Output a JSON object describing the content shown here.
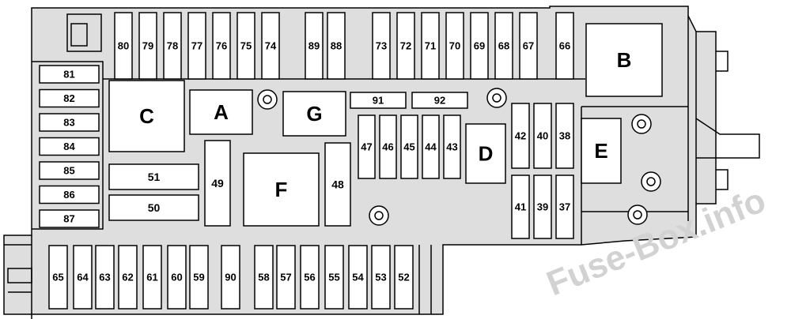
{
  "fuses_top_left": [
    "80",
    "79",
    "78",
    "77",
    "76",
    "75",
    "74"
  ],
  "fuses_top_mid": [
    "89",
    "88"
  ],
  "fuses_top_right": [
    "73",
    "72",
    "71",
    "70",
    "69",
    "68",
    "67"
  ],
  "fuse_66": "66",
  "fuses_left_column": [
    "81",
    "82",
    "83",
    "84",
    "85",
    "86",
    "87"
  ],
  "fuses_mid_row": [
    "47",
    "46",
    "45",
    "44",
    "43"
  ],
  "fuses_right_upper": [
    "42",
    "40",
    "38"
  ],
  "fuses_right_lower": [
    "41",
    "39",
    "37"
  ],
  "fuses_bottom": [
    "65",
    "64",
    "63",
    "62",
    "61",
    "60",
    "59",
    "90",
    "58",
    "57",
    "56",
    "55",
    "54",
    "53",
    "52"
  ],
  "fuse_91": "91",
  "fuse_92": "92",
  "fuse_51": "51",
  "fuse_50": "50",
  "fuse_49": "49",
  "fuse_48": "48",
  "relays": {
    "A": "A",
    "B": "B",
    "C": "C",
    "D": "D",
    "E": "E",
    "F": "F",
    "G": "G"
  },
  "watermark": "Fuse-Box.info"
}
